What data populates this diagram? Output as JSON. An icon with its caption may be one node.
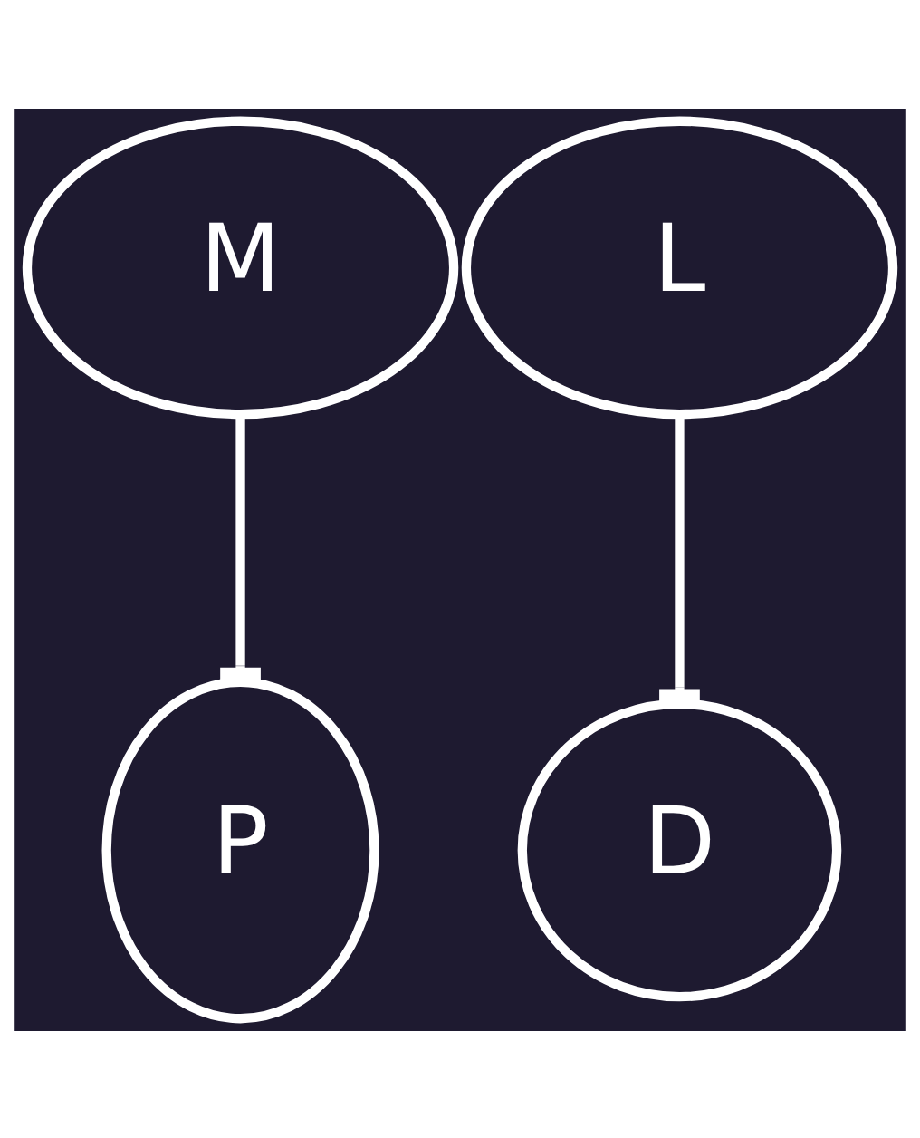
{
  "diagram": {
    "nodes": [
      {
        "text": [
          "M"
        ]
      },
      {
        "text": [
          "L"
        ]
      },
      {
        "text": [
          "P"
        ]
      },
      {
        "text": [
          "D"
        ]
      }
    ],
    "edges": [
      {
        "from": 0,
        "to": 2,
        "arrow": "other"
      },
      {
        "from": 1,
        "to": 3,
        "arrow": "other"
      }
    ]
  }
}
